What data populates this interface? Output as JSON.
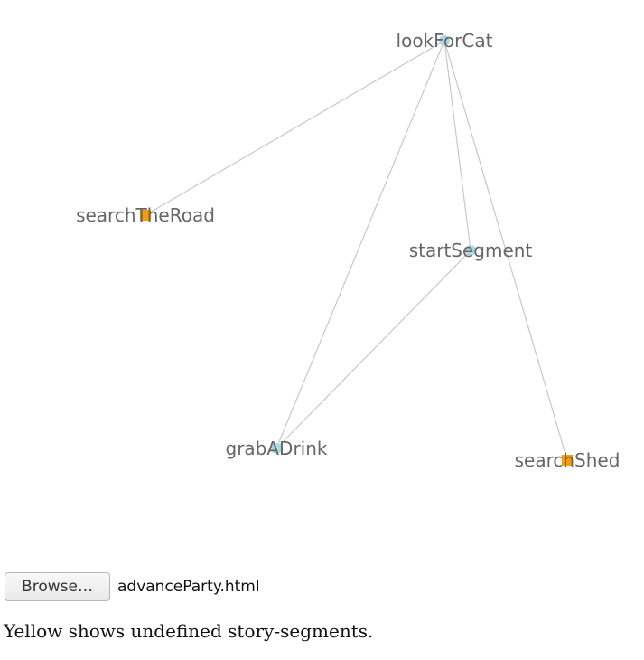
{
  "graph": {
    "nodes": [
      {
        "id": "lookForCat",
        "label": "lookForCat",
        "defined": true
      },
      {
        "id": "searchTheRoad",
        "label": "searchTheRoad",
        "defined": false
      },
      {
        "id": "startSegment",
        "label": "startSegment",
        "defined": true
      },
      {
        "id": "grabADrink",
        "label": "grabADrink",
        "defined": true
      },
      {
        "id": "searchShed",
        "label": "searchShed",
        "defined": false
      }
    ],
    "edges": [
      {
        "source": "lookForCat",
        "target": "searchTheRoad"
      },
      {
        "source": "lookForCat",
        "target": "startSegment"
      },
      {
        "source": "lookForCat",
        "target": "grabADrink"
      },
      {
        "source": "lookForCat",
        "target": "searchShed"
      },
      {
        "source": "startSegment",
        "target": "grabADrink"
      }
    ],
    "colors": {
      "defined_node": "#add8e6",
      "undefined_node": "#f39c12",
      "edge": "#c8c8c8",
      "label": "#666666"
    }
  },
  "file_input": {
    "button_label": "Browse…",
    "file_name": "advanceParty.html"
  },
  "note": "Yellow shows undefined story-segments."
}
